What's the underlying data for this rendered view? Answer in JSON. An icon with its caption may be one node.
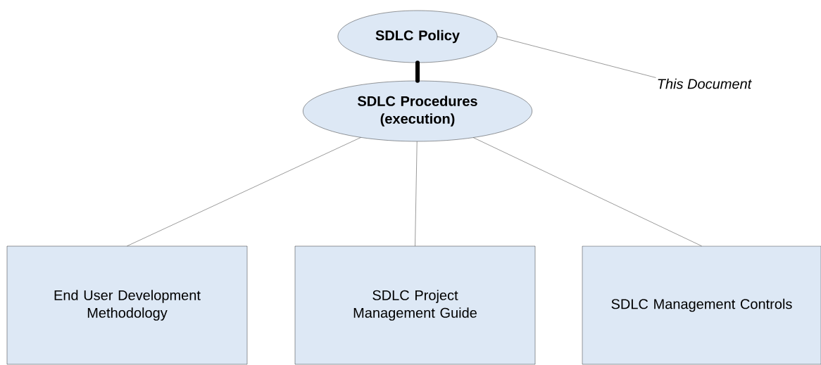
{
  "diagram": {
    "nodes": [
      {
        "text": [
          "SDLC Policy"
        ]
      },
      {
        "text": [
          "SDLC Procedures (execution)"
        ]
      },
      {
        "text": [
          "End User Development Methodology"
        ]
      },
      {
        "text": [
          "SDLC Project Management Guide"
        ]
      },
      {
        "text": [
          "SDLC Management Controls"
        ]
      },
      {
        "text": [
          "This Document"
        ]
      }
    ],
    "edges": [
      {
        "from": 0,
        "to": 1,
        "arrow": "none",
        "style": "thick"
      },
      {
        "from": 1,
        "to": 2,
        "arrow": "none"
      },
      {
        "from": 1,
        "to": 3,
        "arrow": "none"
      },
      {
        "from": 1,
        "to": 4,
        "arrow": "none"
      },
      {
        "from": 0,
        "to": 5,
        "arrow": "none"
      }
    ]
  }
}
